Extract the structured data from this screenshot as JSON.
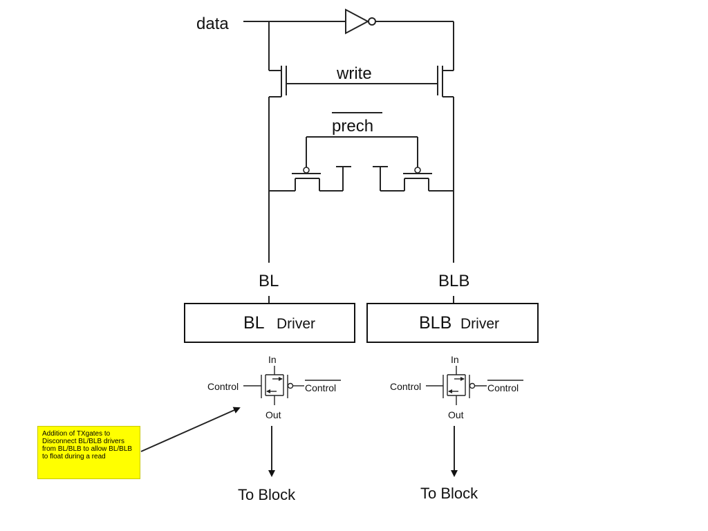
{
  "labels": {
    "data": "data",
    "write": "write",
    "prech": "prech",
    "bl": "BL",
    "blb": "BLB",
    "bl_driver_name": "BL",
    "blb_driver_name": "BLB",
    "driver_word": "Driver",
    "in": "In",
    "out": "Out",
    "control": "Control",
    "control_bar": "Control",
    "to_block": "To Block"
  },
  "note": {
    "text": "Addition of TXgates to Disconnect BL/BLB drivers from BL/BLB to allow BL/BLB to float during a read",
    "background": "#ffff00"
  }
}
